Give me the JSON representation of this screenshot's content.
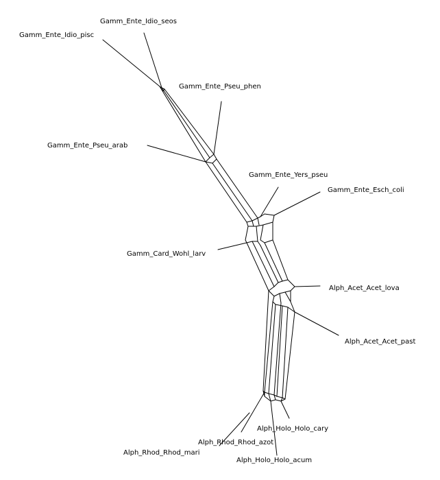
{
  "network": {
    "taxa": [
      {
        "id": "gamm-ente-idio-seos",
        "label": "Gamm_Ente_Idio_seos"
      },
      {
        "id": "gamm-ente-idio-pisc",
        "label": "Gamm_Ente_Idio_pisc"
      },
      {
        "id": "gamm-ente-pseu-phen",
        "label": "Gamm_Ente_Pseu_phen"
      },
      {
        "id": "gamm-ente-pseu-arab",
        "label": "Gamm_Ente_Pseu_arab"
      },
      {
        "id": "gamm-ente-yers-pseu",
        "label": "Gamm_Ente_Yers_pseu"
      },
      {
        "id": "gamm-ente-esch-coli",
        "label": "Gamm_Ente_Esch_coli"
      },
      {
        "id": "gamm-card-wohl-larv",
        "label": "Gamm_Card_Wohl_larv"
      },
      {
        "id": "alph-acet-acet-lova",
        "label": "Alph_Acet_Acet_lova"
      },
      {
        "id": "alph-acet-acet-past",
        "label": "Alph_Acet_Acet_past"
      },
      {
        "id": "alph-holo-holo-cary",
        "label": "Alph_Holo_Holo_cary"
      },
      {
        "id": "alph-rhod-rhod-azot",
        "label": "Alph_Rhod_Rhod_azot"
      },
      {
        "id": "alph-rhod-rhod-mari",
        "label": "Alph_Rhod_Rhod_mari"
      },
      {
        "id": "alph-holo-holo-acum",
        "label": "Alph_Holo_Holo_acum"
      }
    ]
  }
}
